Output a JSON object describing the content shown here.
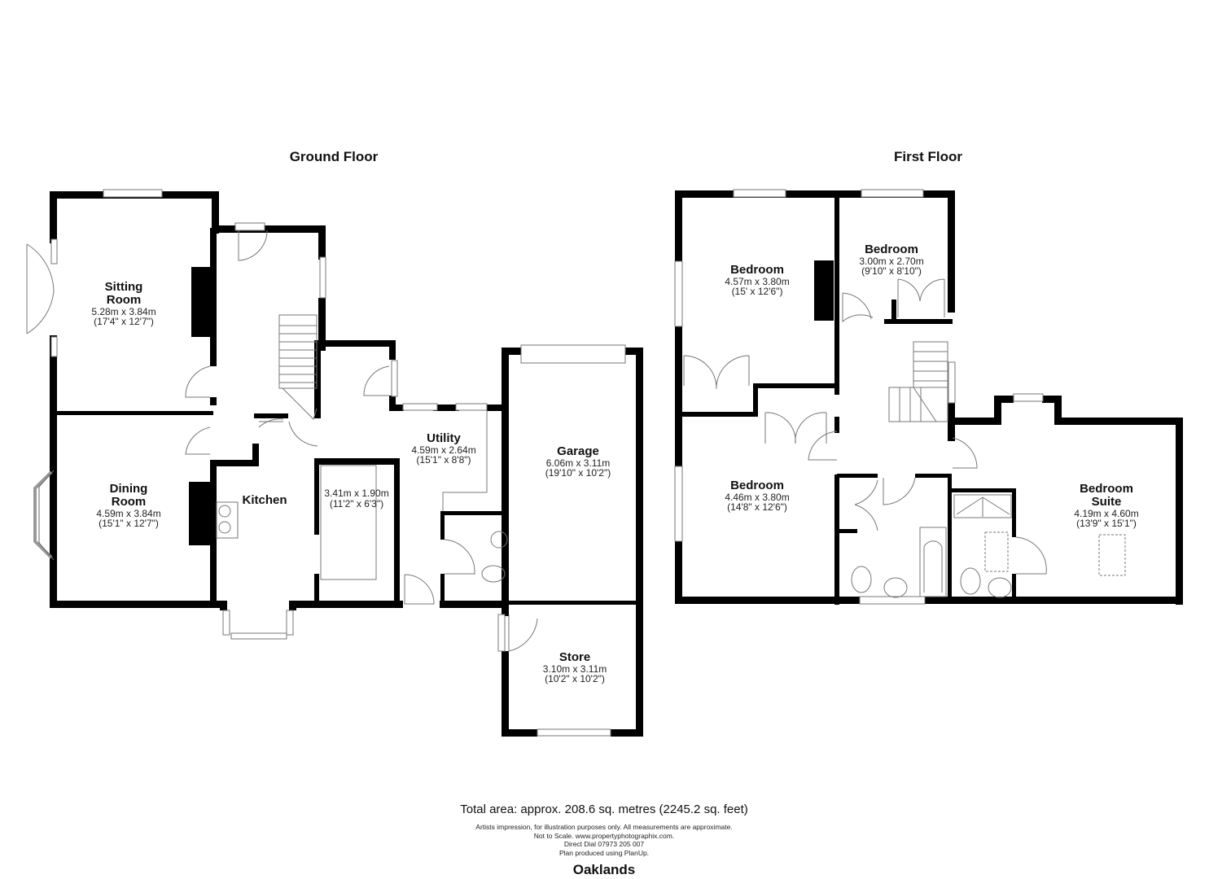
{
  "floors": [
    {
      "title": "Ground Floor",
      "rooms": [
        {
          "name": "Sitting Room",
          "name_lines": [
            "Sitting",
            "Room"
          ],
          "dim_m": "5.28m x 3.84m",
          "dim_ft": "(17'4\" x 12'7\")"
        },
        {
          "name": "Dining Room",
          "name_lines": [
            "Dining",
            "Room"
          ],
          "dim_m": "4.59m x 3.84m",
          "dim_ft": "(15'1\" x 12'7\")"
        },
        {
          "name": "Kitchen",
          "name_lines": [
            "Kitchen"
          ],
          "dim_m": "3.41m x 1.90m",
          "dim_ft": "(11'2\" x 6'3\")"
        },
        {
          "name": "Utility",
          "name_lines": [
            "Utility"
          ],
          "dim_m": "4.59m x 2.64m",
          "dim_ft": "(15'1\" x 8'8\")"
        },
        {
          "name": "Garage",
          "name_lines": [
            "Garage"
          ],
          "dim_m": "6.06m x 3.11m",
          "dim_ft": "(19'10\" x 10'2\")"
        },
        {
          "name": "Store",
          "name_lines": [
            "Store"
          ],
          "dim_m": "3.10m x 3.11m",
          "dim_ft": "(10'2\" x 10'2\")"
        }
      ]
    },
    {
      "title": "First Floor",
      "rooms": [
        {
          "name": "Bedroom",
          "name_lines": [
            "Bedroom"
          ],
          "dim_m": "4.57m x 3.80m",
          "dim_ft": "(15' x 12'6\")"
        },
        {
          "name": "Bedroom",
          "name_lines": [
            "Bedroom"
          ],
          "dim_m": "3.00m x 2.70m",
          "dim_ft": "(9'10\" x 8'10\")"
        },
        {
          "name": "Bedroom",
          "name_lines": [
            "Bedroom"
          ],
          "dim_m": "4.46m x 3.80m",
          "dim_ft": "(14'8\" x 12'6\")"
        },
        {
          "name": "Bedroom Suite",
          "name_lines": [
            "Bedroom",
            "Suite"
          ],
          "dim_m": "4.19m x 4.60m",
          "dim_ft": "(13'9\" x 15'1\")"
        }
      ]
    }
  ],
  "footer": {
    "total_area": "Total area: approx. 208.6 sq. metres (2245.2 sq. feet)",
    "disclaimer_lines": [
      "Artists impression, for illustration purposes only. All measurements are approximate.",
      "Not to Scale. www.propertyphotographix.com.",
      "Direct Dial 07973 205 007",
      "Plan produced using PlanUp."
    ],
    "property_name": "Oaklands"
  },
  "colors": {
    "wall": "#000000",
    "fixture_line": "#777777",
    "background": "#ffffff"
  }
}
